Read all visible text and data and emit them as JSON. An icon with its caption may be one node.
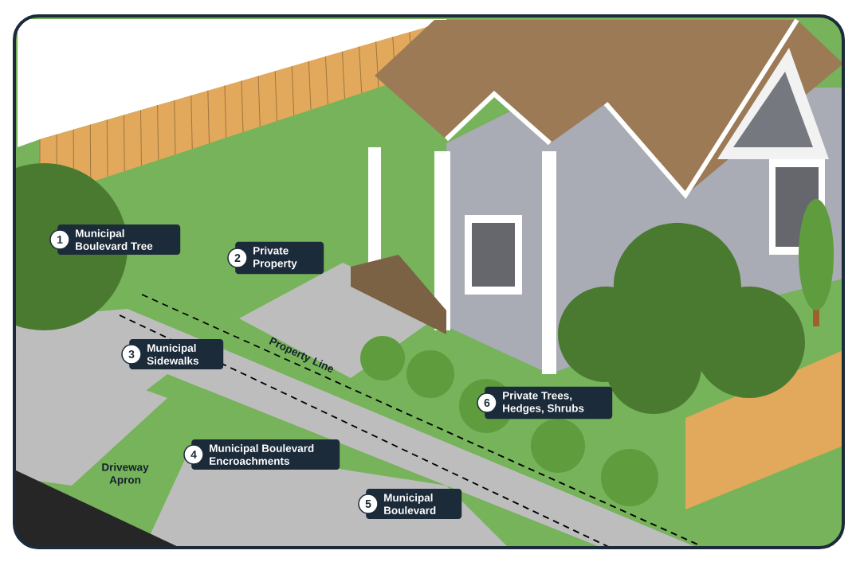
{
  "diagram": {
    "nodes": [
      {
        "text": [
          "1",
          "Municipal Boulevard Tree"
        ]
      },
      {
        "text": [
          "2",
          "Private Property"
        ]
      },
      {
        "text": [
          "3",
          "Municipal Sidewalks"
        ]
      },
      {
        "text": [
          "4",
          "Municipal Boulevard Encroachments"
        ]
      },
      {
        "text": [
          "5",
          "Municipal Boulevard"
        ]
      },
      {
        "text": [
          "6",
          "Private Trees, Hedges, Shrubs"
        ]
      }
    ],
    "labels": [
      "Property Line",
      "Driveway Apron"
    ]
  }
}
